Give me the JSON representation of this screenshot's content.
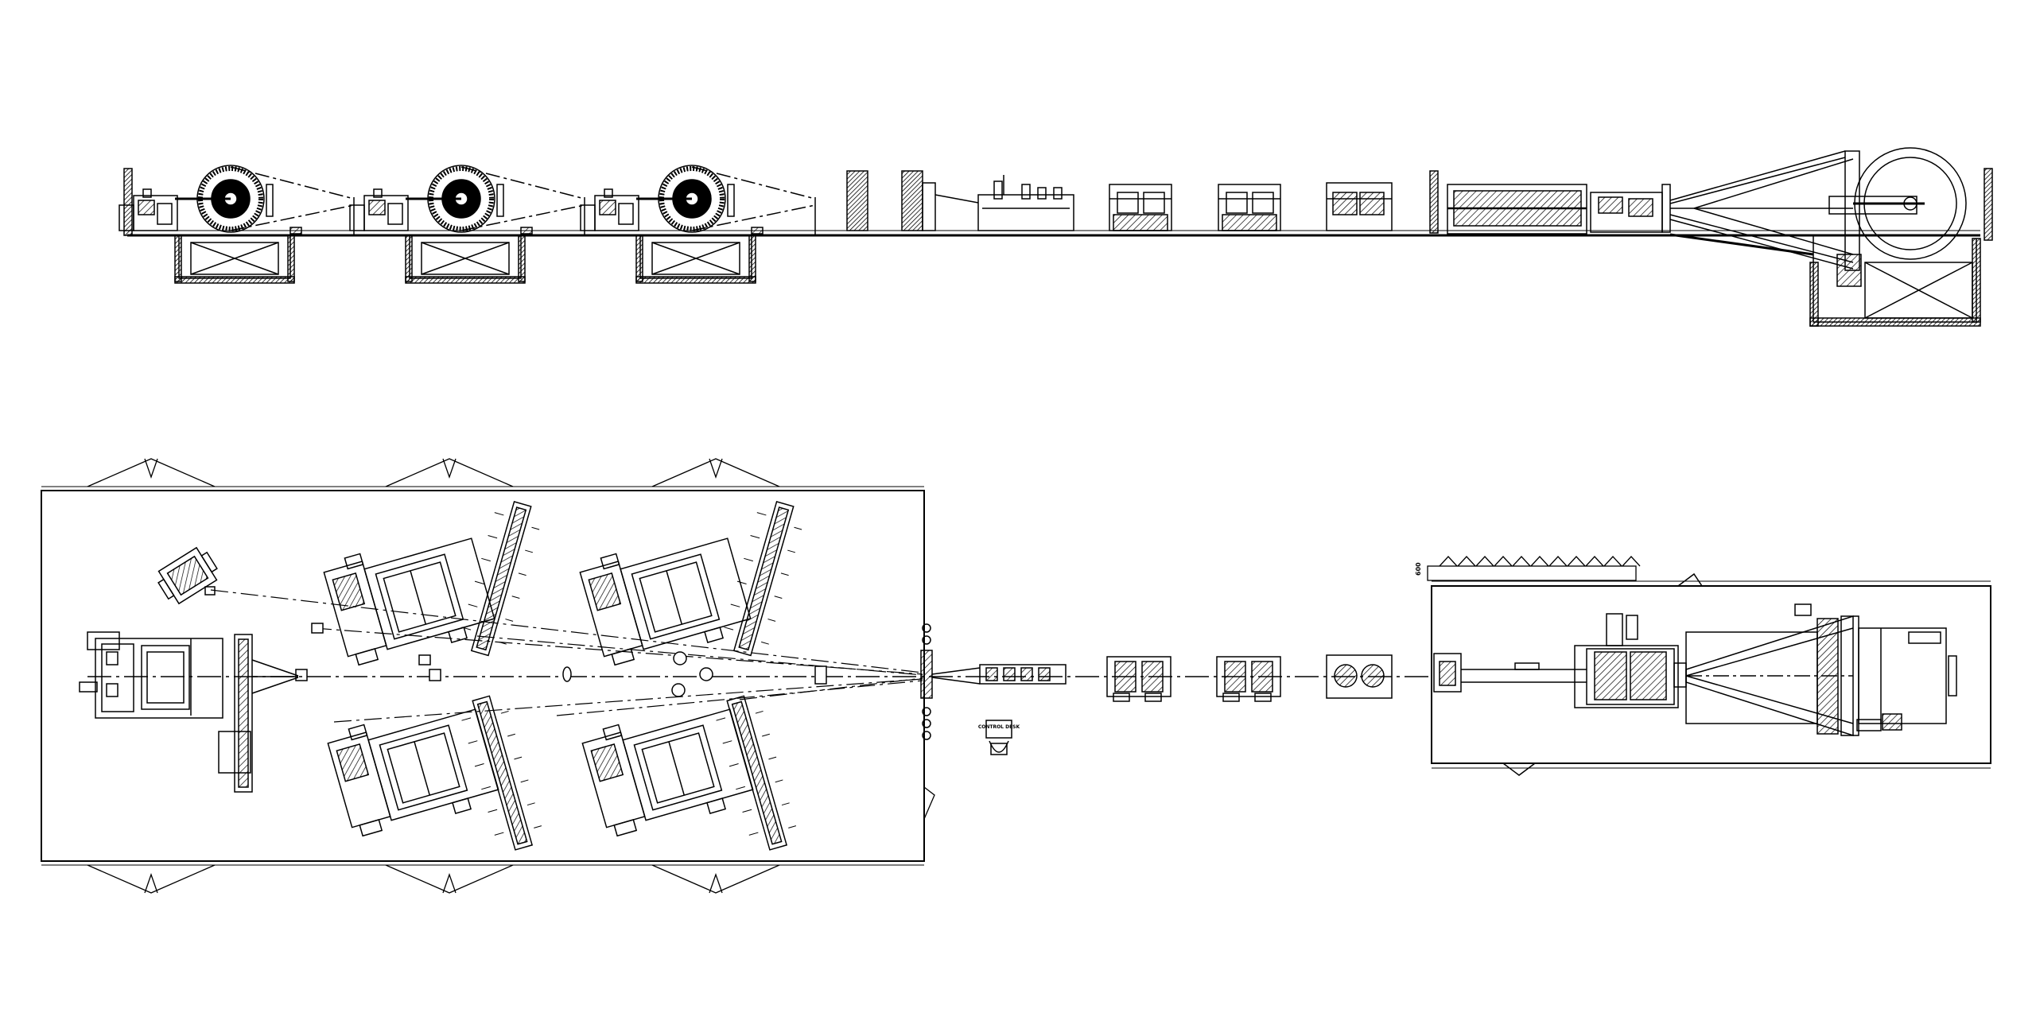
{
  "drawing": {
    "ink_color": "#000000",
    "background_color": "#ffffff",
    "elevation_view": {
      "payoff_stands": 3,
      "cabling_stations": 3
    },
    "plan_view": {
      "angled_payoff_units": 4,
      "control_desk_label": "CONTROL DESK",
      "dimension_label": "600"
    }
  }
}
